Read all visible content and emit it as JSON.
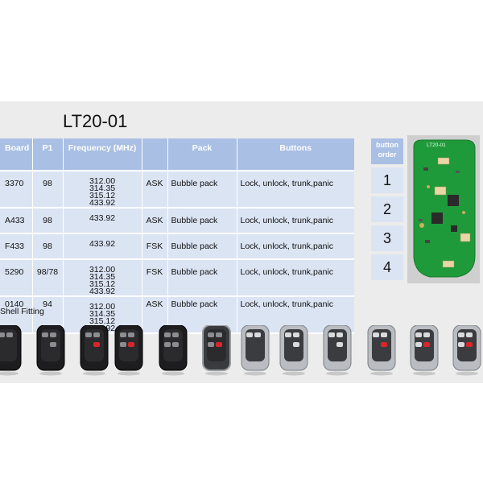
{
  "title": "LT20-01",
  "table": {
    "headers": {
      "board": "Board",
      "p1": "P1",
      "frequency": "Frequency  (MHz)",
      "mod": "",
      "pack": "Pack",
      "buttons": "Buttons"
    },
    "rows": [
      {
        "board": "3370",
        "p1": "98",
        "freq": [
          "312.00",
          "314.35",
          "315.12",
          "433.92"
        ],
        "mod": "ASK",
        "pack": "Bubble pack",
        "buttons": "Lock, unlock, trunk,panic"
      },
      {
        "board": "A433",
        "p1": "98",
        "freq": [
          "433.92"
        ],
        "mod": "ASK",
        "pack": "Bubble pack",
        "buttons": "Lock, unlock, trunk,panic"
      },
      {
        "board": "F433",
        "p1": "98",
        "freq": [
          "433.92"
        ],
        "mod": "FSK",
        "pack": "Bubble pack",
        "buttons": "Lock, unlock, trunk,panic"
      },
      {
        "board": "5290",
        "p1": "98/78",
        "freq": [
          "312.00",
          "314.35",
          "315.12",
          "433.92"
        ],
        "mod": "FSK",
        "pack": "Bubble pack",
        "buttons": "Lock, unlock, trunk,panic"
      },
      {
        "board": "0140",
        "p1": "94",
        "freq": [
          "312.00",
          "314.35",
          "315.12",
          "433.92"
        ],
        "mod": "ASK",
        "pack": "Bubble pack",
        "buttons": "Lock, unlock, trunk,panic"
      }
    ],
    "note": "Shell Fitting"
  },
  "button_order": {
    "header": "button order",
    "numbers": [
      "1",
      "2",
      "3",
      "4"
    ]
  },
  "pcb_label": "LT20-01",
  "colors": {
    "header_bg": "#a9bfe4",
    "row_bg": "#dbe4f3",
    "pcb_green": "#1f9a3a",
    "fob_black": "#1d1d1f",
    "fob_silver": "#b9bcc0",
    "panic_red": "#d8262b"
  },
  "remotes": [
    {
      "style": "black",
      "buttons": 2,
      "panic": false
    },
    {
      "style": "black",
      "buttons": 3,
      "panic": false
    },
    {
      "style": "black",
      "buttons": 3,
      "panic": true
    },
    {
      "style": "black",
      "buttons": 4,
      "panic": true
    },
    {
      "style": "black",
      "buttons": 4,
      "panic": false
    },
    {
      "style": "black-chrome",
      "buttons": 4,
      "panic": true
    },
    {
      "style": "silver",
      "buttons": 2,
      "panic": false
    },
    {
      "style": "silver",
      "buttons": 3,
      "panic": false
    },
    {
      "style": "silver",
      "buttons": 3,
      "panic": false
    },
    {
      "style": "silver",
      "buttons": 3,
      "panic": true
    },
    {
      "style": "silver",
      "buttons": 4,
      "panic": true
    },
    {
      "style": "silver",
      "buttons": 4,
      "panic": true
    }
  ]
}
